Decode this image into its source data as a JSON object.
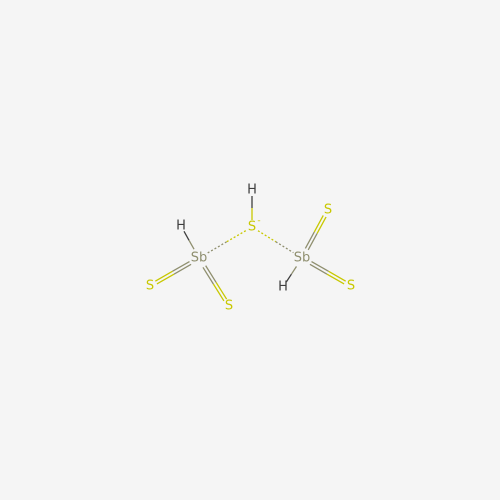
{
  "molecule": {
    "atoms": [
      {
        "id": "h1",
        "element": "H",
        "label": "H",
        "color": "#3f3f3f"
      },
      {
        "id": "sb1",
        "element": "Sb",
        "label": "Sb",
        "color": "#8f8f6f"
      },
      {
        "id": "s1",
        "element": "S",
        "label": "S",
        "color": "#c8c800"
      },
      {
        "id": "s2",
        "element": "S",
        "label": "S",
        "color": "#c8c800"
      },
      {
        "id": "h2",
        "element": "H",
        "label": "H",
        "color": "#3f3f3f"
      },
      {
        "id": "s3",
        "element": "S",
        "label": "S",
        "charge": "-",
        "color": "#c8c800"
      },
      {
        "id": "sb2",
        "element": "Sb",
        "label": "Sb",
        "color": "#8f8f6f"
      },
      {
        "id": "s4",
        "element": "S",
        "label": "S",
        "color": "#c8c800"
      },
      {
        "id": "s5",
        "element": "S",
        "label": "S",
        "color": "#c8c800"
      },
      {
        "id": "h3",
        "element": "H",
        "label": "H",
        "color": "#3f3f3f"
      }
    ],
    "bonds": [
      {
        "from": "h1",
        "to": "sb1",
        "order": 1
      },
      {
        "from": "sb1",
        "to": "s1",
        "order": 2
      },
      {
        "from": "sb1",
        "to": "s2",
        "order": 2
      },
      {
        "from": "sb1",
        "to": "s3",
        "order": "ionic"
      },
      {
        "from": "h2",
        "to": "s3",
        "order": 1
      },
      {
        "from": "s3",
        "to": "sb2",
        "order": "ionic"
      },
      {
        "from": "sb2",
        "to": "s4",
        "order": 2
      },
      {
        "from": "sb2",
        "to": "s5",
        "order": 2
      },
      {
        "from": "sb2",
        "to": "h3",
        "order": 1
      }
    ],
    "colors": {
      "background": "#f5f5f5",
      "sulfur": "#c8c800",
      "antimony": "#8f8f6f",
      "hydrogen": "#3f3f3f"
    }
  }
}
